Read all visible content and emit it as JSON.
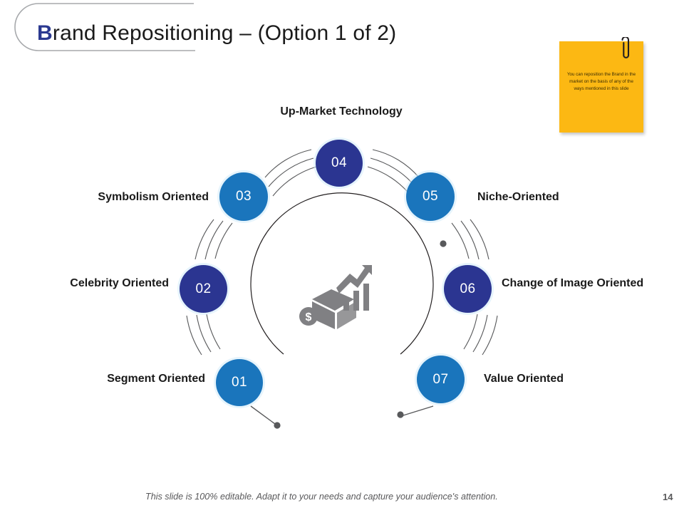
{
  "slide": {
    "title_lead": "B",
    "title_rest": "rand Repositioning – (Option 1 of 2)",
    "top_caption": "Up-Market Technology",
    "footer_note": "This slide is 100% editable. Adapt it to your needs and capture your audience's attention.",
    "page_number": "14"
  },
  "sticky_note": {
    "text": "You can reposition the Brand in the market on the basis of any of the ways mentioned  in this slide",
    "color": "#fcb813",
    "clip_icon": "paperclip-icon"
  },
  "colors": {
    "dark_blue": "#2b3591",
    "light_blue": "#1a75bc",
    "accent_title": "#2b3990",
    "icon_gray": "#808083",
    "line_gray": "#4d4d4f",
    "footer_gray": "#59595b"
  },
  "center": {
    "icon": "box-growth-chart-dollar-icon"
  },
  "nodes": [
    {
      "number": "01",
      "label": "Segment Oriented",
      "tone": "light",
      "side": "left"
    },
    {
      "number": "02",
      "label": "Celebrity Oriented",
      "tone": "dark",
      "side": "left"
    },
    {
      "number": "03",
      "label": "Symbolism Oriented",
      "tone": "light",
      "side": "left"
    },
    {
      "number": "04",
      "label": "Up-Market Technology",
      "tone": "dark",
      "side": "top"
    },
    {
      "number": "05",
      "label": "Niche-Oriented",
      "tone": "light",
      "side": "right"
    },
    {
      "number": "06",
      "label": "Change of Image Oriented",
      "tone": "dark",
      "side": "right"
    },
    {
      "number": "07",
      "label": "Value Oriented",
      "tone": "light",
      "side": "right"
    }
  ]
}
